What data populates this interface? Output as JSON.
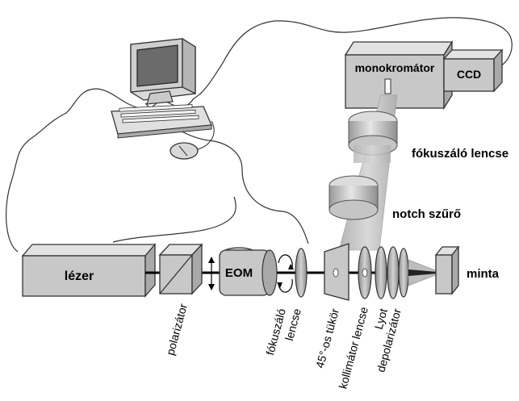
{
  "components": {
    "laser": "lézer",
    "eom": "EOM",
    "monochromator": "monokromátor",
    "ccd": "CCD"
  },
  "labels_right": {
    "focusing_lens_top": "fókuszáló lencse",
    "notch_filter": "notch szűrő",
    "sample": "minta"
  },
  "labels_bottom": {
    "polarizer": "polarizátor",
    "focusing_lens_line1": "fókuszáló",
    "focusing_lens_line2": "lencse",
    "mirror": "45°-os tükör",
    "collimator": "kollimátor lencse",
    "lyot_line1": "Lyot",
    "lyot_line2": "depolarizátor"
  },
  "colors": {
    "box_front": "#c8c8c8",
    "box_top": "#e2e2e2",
    "box_side": "#a9a9a9",
    "outline": "#333333",
    "beam": "#000000",
    "screen": "#6b6b6b"
  }
}
